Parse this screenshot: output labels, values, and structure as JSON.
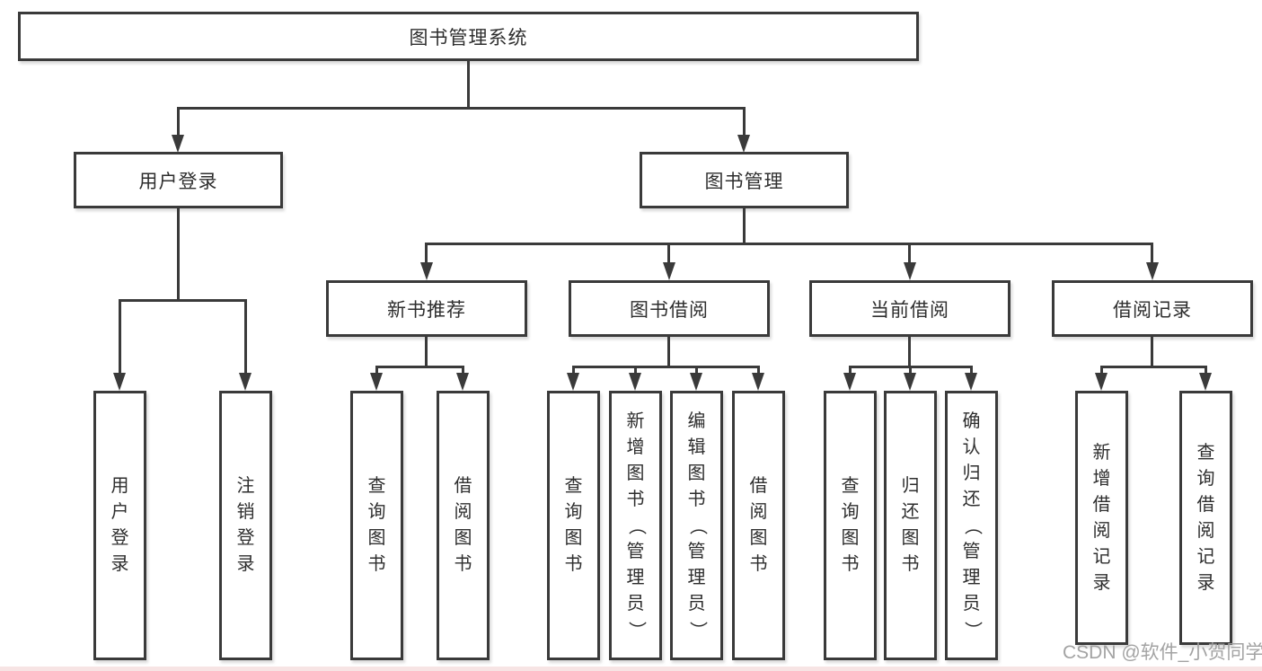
{
  "diagram": {
    "title": "图书管理系统",
    "level2": [
      {
        "label": "用户登录"
      },
      {
        "label": "图书管理"
      }
    ],
    "level3": [
      {
        "label": "新书推荐"
      },
      {
        "label": "图书借阅"
      },
      {
        "label": "当前借阅"
      },
      {
        "label": "借阅记录"
      }
    ],
    "leaves": {
      "login": [
        "用户登录",
        "注销登录"
      ],
      "recommend": [
        "查询图书",
        "借阅图书"
      ],
      "borrow": [
        "查询图书",
        "新增图书（管理员）",
        "编辑图书（管理员）",
        "借阅图书"
      ],
      "current": [
        "查询图书",
        "归还图书",
        "确认归还（管理员）"
      ],
      "records": [
        "新增借阅记录",
        "查询借阅记录"
      ]
    }
  },
  "watermark": "CSDN @软件_小贺同学",
  "colors": {
    "line": "#3a3a3a",
    "box_background": "#ffffff",
    "text": "#2e2e2e",
    "watermark": "#9e9e9e",
    "bottom_strip": "#f7e4e4"
  }
}
